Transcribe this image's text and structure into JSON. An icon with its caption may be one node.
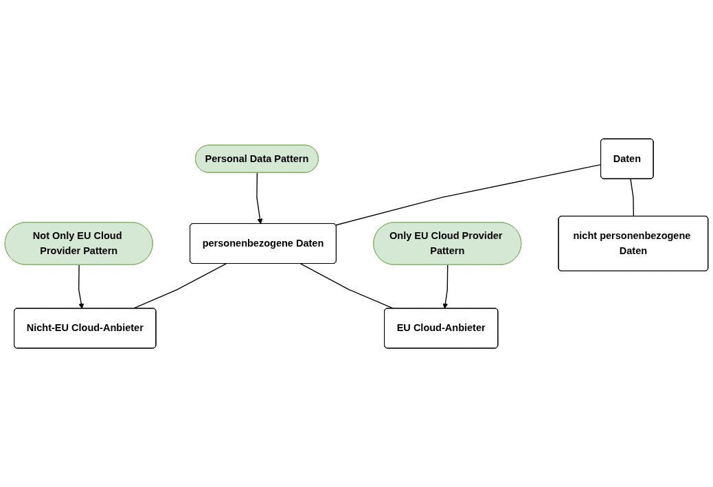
{
  "diagram": {
    "nodes": [
      {
        "text": [
          "Daten"
        ]
      },
      {
        "text": [
          "Personal Data Pattern"
        ]
      },
      {
        "text": [
          "personenbezogene Daten"
        ]
      },
      {
        "text": [
          "nicht personenbezogene Daten"
        ]
      },
      {
        "text": [
          "Nicht-EU Cloud-Anbieter"
        ]
      },
      {
        "text": [
          "EU Cloud-Anbieter"
        ]
      },
      {
        "text": [
          "Not Only EU Cloud Provider Pattern"
        ]
      },
      {
        "text": [
          "Only EU Cloud Provider Pattern"
        ]
      }
    ],
    "edges": [
      {
        "from": 0,
        "to": 2,
        "arrow": "none"
      },
      {
        "from": 0,
        "to": 3,
        "arrow": "none"
      },
      {
        "from": 1,
        "to": 2,
        "arrow": "to"
      },
      {
        "from": 2,
        "to": 4,
        "arrow": "none"
      },
      {
        "from": 2,
        "to": 5,
        "arrow": "none"
      },
      {
        "from": 6,
        "to": 4,
        "arrow": "to"
      },
      {
        "from": 7,
        "to": 5,
        "arrow": "to"
      }
    ]
  }
}
